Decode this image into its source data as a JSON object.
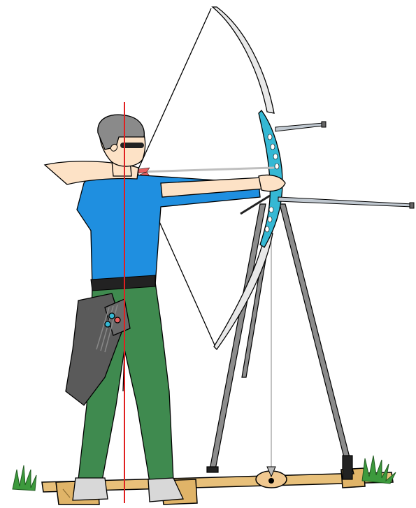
{
  "illustration": {
    "subject": "archer-at-full-draw-with-recurve-bow-on-tripod-and-plumb-line",
    "colors": {
      "background": "#ffffff",
      "skin": "#fde2c6",
      "hair": "#8a8a8a",
      "shirt": "#1f8fe0",
      "pants": "#3f8a4f",
      "belt": "#222222",
      "quiver": "#5a5a5a",
      "bow_riser": "#35b8d4",
      "bow_limb": "#e8e8e8",
      "tripod": "#8c8c8c",
      "plank": "#e8c07a",
      "grass": "#3d9a3d",
      "alignment_line": "#e02020",
      "arrow_fletching": "#e86060"
    },
    "icons": [
      "archer-figure",
      "recurve-bow",
      "bow-stand-tripod",
      "plumb-line",
      "ground-plank",
      "grass-tuft",
      "quiver",
      "alignment-line"
    ]
  }
}
